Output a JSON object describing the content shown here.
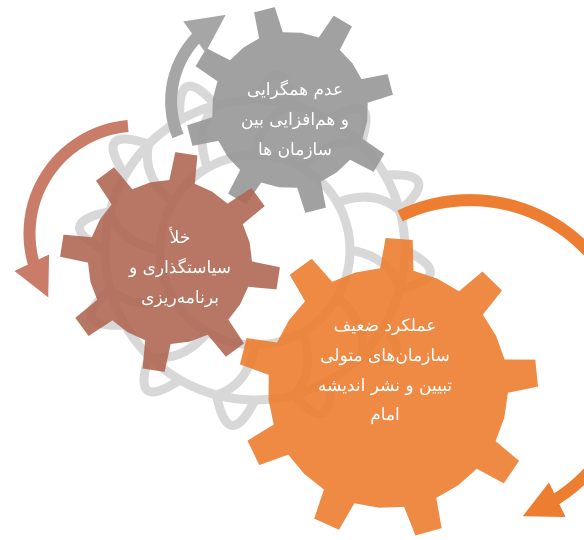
{
  "diagram": {
    "gears": [
      {
        "id": "gray",
        "color": "#999999",
        "lines": [
          "عدم همگرایی",
          "و هم‌افزایی بین",
          "سازمان ها"
        ]
      },
      {
        "id": "brown",
        "color": "#b06753",
        "lines": [
          "خلأ",
          "سیاستگذاری و",
          "برنامه‌ریزی"
        ]
      },
      {
        "id": "orange",
        "color": "#ed7d31",
        "lines": [
          "عملکرد ضعیف",
          "سازمان‌های متولی",
          "تبیین و نشر اندیشه",
          "امام"
        ]
      }
    ],
    "colors": {
      "gray_gear": "#999999",
      "gray_arrow": "#a6a6a6",
      "brown_gear": "#b06753",
      "brown_arrow": "#c97c68",
      "orange_gear": "#ed7d31",
      "orange_arrow": "#ed7d31",
      "watermark": "#d0d0d0"
    },
    "watermark_icon": "islamic-star-pattern-icon"
  }
}
